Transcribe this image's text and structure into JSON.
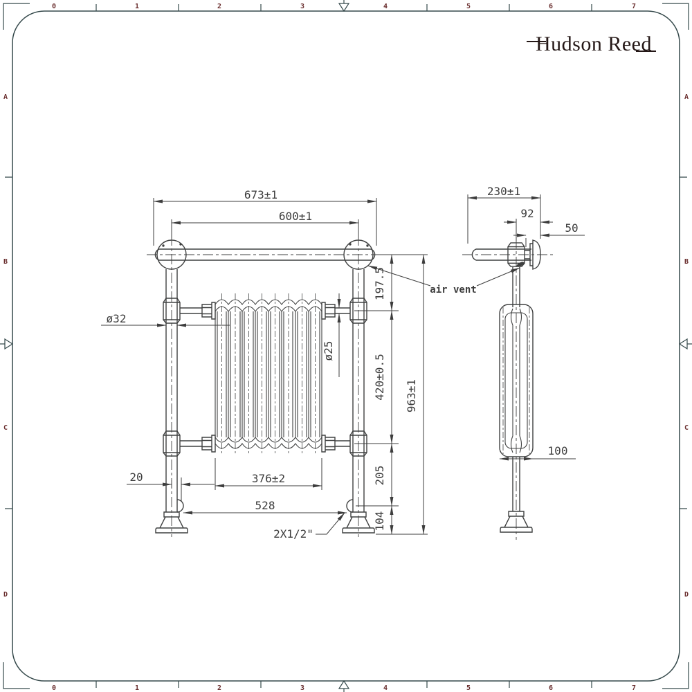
{
  "brand": "Hudson Reed",
  "frame": {
    "h_numbers": [
      "0",
      "1",
      "2",
      "3",
      "4",
      "5",
      "6",
      "7"
    ],
    "v_letters": [
      "A",
      "B",
      "C",
      "D"
    ]
  },
  "front": {
    "overall_width": "673±1",
    "rail_span": "600±1",
    "top_offset": "197.5",
    "pipe_diameter": "ø32",
    "stub_diameter": "ø25",
    "core_height": "420±0.5",
    "overall_height": "963±1",
    "core_width": "376±2",
    "valve_span": "528",
    "side_offset": "20",
    "lower_height": "205",
    "valve_height": "104",
    "air_vent": "air vent",
    "connection": "2X1/2\""
  },
  "side": {
    "overall_depth": "230±1",
    "bracket_offset": "92",
    "wall_distance": "50",
    "body_depth": "100"
  },
  "colors": {
    "frame_line": "#35494b",
    "ruler_text": "#6b3030",
    "drawing_line": "#3f4040",
    "dimension_text": "#3d3d3d",
    "brand_text": "#241716",
    "background": "#ffffff"
  }
}
